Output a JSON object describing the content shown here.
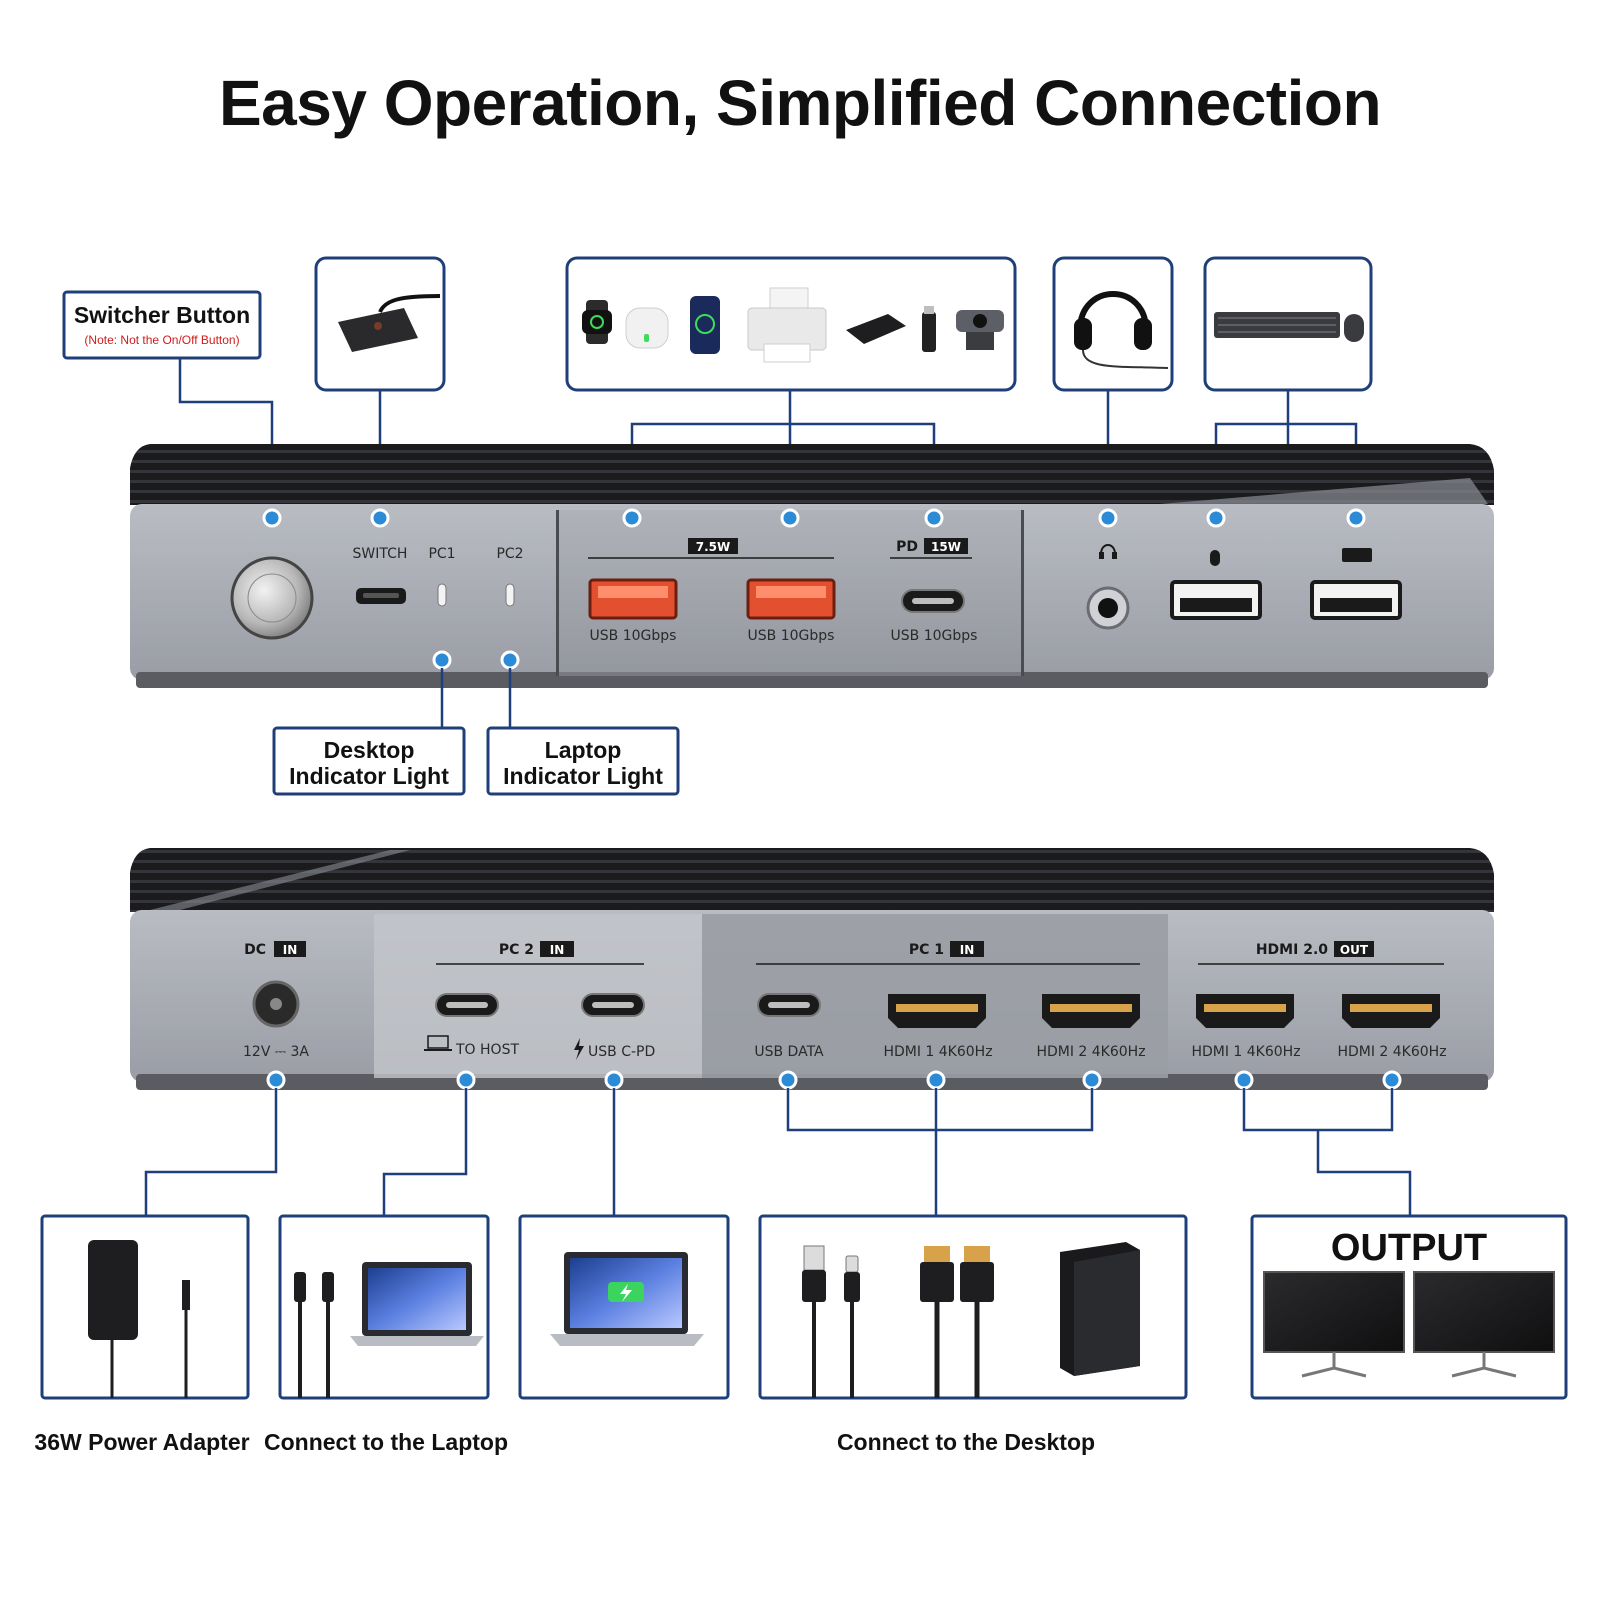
{
  "title": "Easy Operation, Simplified Connection",
  "callouts": {
    "switcher_button": "Switcher Button",
    "switcher_note": "(Note: Not the On/Off Button)",
    "desktop_light_line1": "Desktop",
    "desktop_light_line2": "Indicator Light",
    "laptop_light_line1": "Laptop",
    "laptop_light_line2": "Indicator Light"
  },
  "front_panel": {
    "switch_label": "SWITCH",
    "pc1_label": "PC1",
    "pc2_label": "PC2",
    "usb_a_power": "7.5W",
    "pd_label": "PD",
    "pd_power": "15W",
    "usb_port_1": "USB 10Gbps",
    "usb_port_2": "USB 10Gbps",
    "usb_port_3": "USB 10Gbps"
  },
  "rear_panel": {
    "dc_label": "DC",
    "in_badge": "IN",
    "dc_rating": "12V ⎓ 3A",
    "pc2_label": "PC 2",
    "to_host": "TO HOST",
    "usb_cpd": "USB C-PD",
    "pc1_label": "PC 1",
    "usb_data": "USB DATA",
    "pc1_hdmi1": "HDMI 1 4K60Hz",
    "pc1_hdmi2": "HDMI 2 4K60Hz",
    "hdmi_out_label": "HDMI 2.0",
    "out_badge": "OUT",
    "out_hdmi1": "HDMI 1 4K60Hz",
    "out_hdmi2": "HDMI 2 4K60Hz"
  },
  "bottom": {
    "output_label": "OUTPUT",
    "power_adapter": "36W Power Adapter",
    "connect_laptop": "Connect to the Laptop",
    "connect_desktop": "Connect to the Desktop"
  },
  "colors": {
    "callout_border": "#1f3f7a",
    "connector_line": "#1f3f7a",
    "dot": "#2b8bd6",
    "device_body": "#a9acb4",
    "device_top": "#1c1c1e",
    "usb_orange": "#e2502f"
  }
}
